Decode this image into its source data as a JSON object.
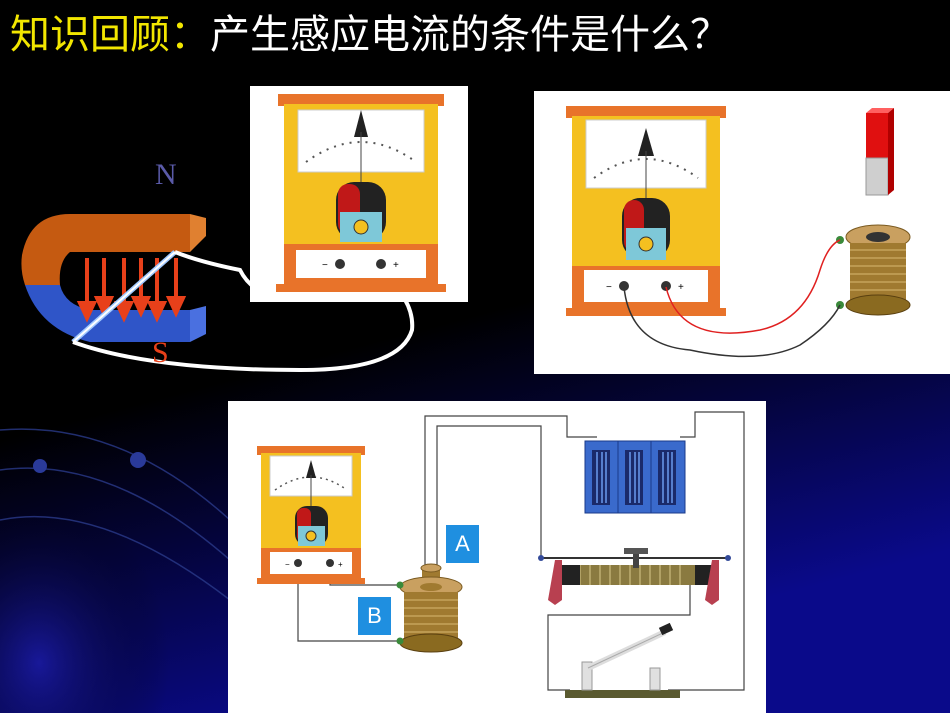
{
  "slide": {
    "title_prefix": "知识回顾：",
    "title_question": "产生感应电流的条件是什么？"
  },
  "experiment1": {
    "pole_north": "N",
    "pole_south": "S",
    "meter": {
      "minus": "−",
      "plus": "+"
    }
  },
  "experiment2": {
    "meter": {
      "minus": "−",
      "plus": "+"
    }
  },
  "experiment3": {
    "coil_a_label": "A",
    "coil_b_label": "B",
    "meter": {
      "minus": "−",
      "plus": "+"
    }
  },
  "colors": {
    "title_prefix": "#f2e600",
    "title_question": "#ffffff",
    "magnet_top": "#c55a11",
    "magnet_bottom": "#2f55c8",
    "field_arrow": "#e8401a",
    "meter_frame": "#e8732a",
    "meter_face": "#f4c020",
    "tag_bg": "#1f8fe0"
  }
}
